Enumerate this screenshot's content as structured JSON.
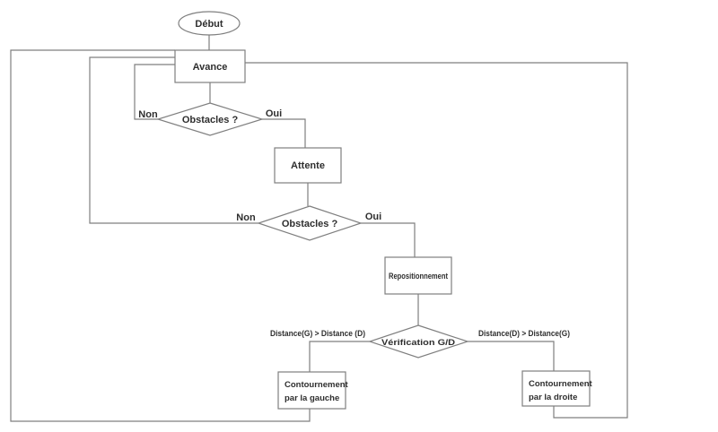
{
  "colors": {
    "line": "#7f7f7f",
    "text": "#2e2e2e",
    "background": "#ffffff"
  },
  "flowchart": {
    "start": {
      "label": "Début"
    },
    "avance": {
      "label": "Avance"
    },
    "obstacles1": {
      "label": "Obstacles ?",
      "no": "Non",
      "yes": "Oui"
    },
    "attente": {
      "label": "Attente"
    },
    "obstacles2": {
      "label": "Obstacles ?",
      "no": "Non",
      "yes": "Oui"
    },
    "repositionnement": {
      "label": "Repositionnement"
    },
    "verification": {
      "label": "Vérification G/D",
      "left_condition": "Distance(G) > Distance (D)",
      "right_condition": "Distance(D) > Distance(G)"
    },
    "contournement_gauche": {
      "line1": "Contournement",
      "line2": "par la gauche"
    },
    "contournement_droite": {
      "line1": "Contournement",
      "line2": "par la droite"
    }
  }
}
